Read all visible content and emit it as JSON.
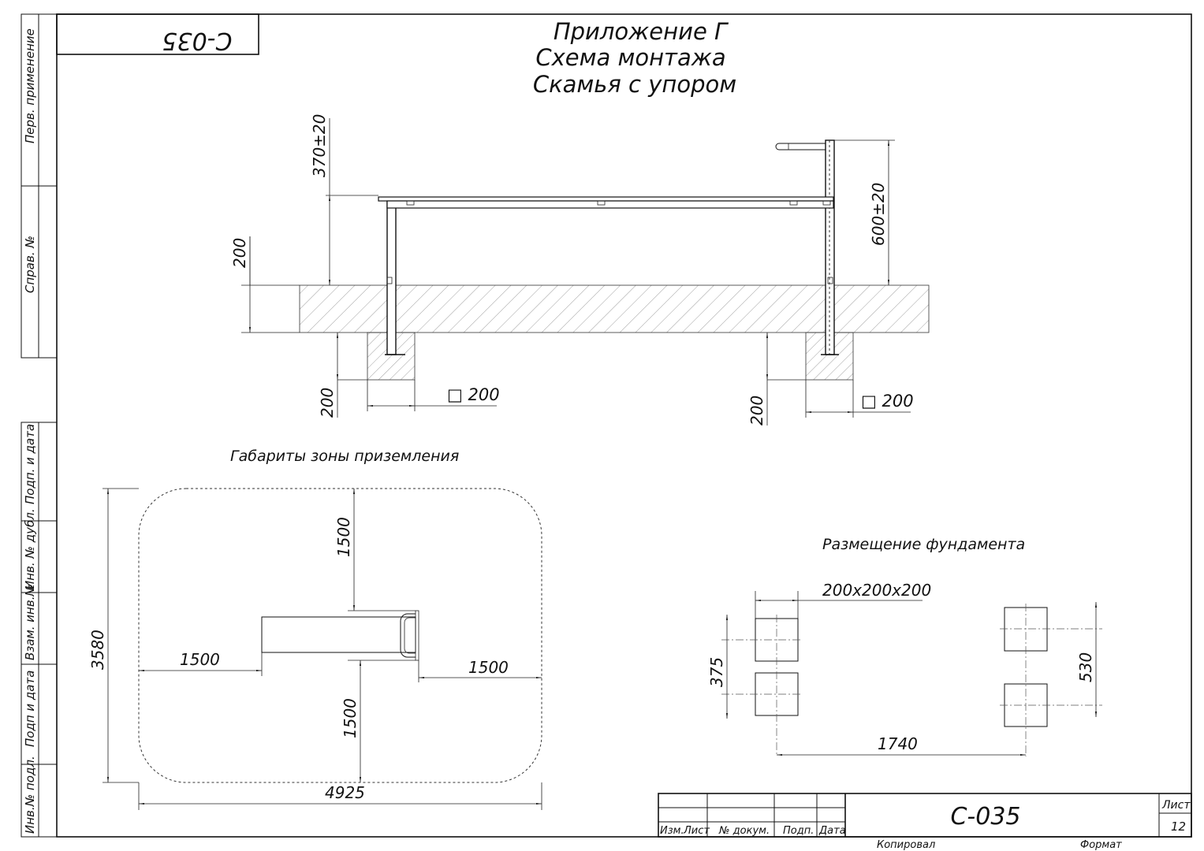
{
  "drawing": {
    "code_stamp": "C-035",
    "title_lines": [
      "Приложение Г",
      "Схема монтажа",
      "Скамья с упором"
    ]
  },
  "side_strip": {
    "perv_primenenie": "Перв. применение",
    "sprav_no": "Справ. №",
    "podp_i_data_1": "Подп. и дата",
    "inv_no_dubl": "Инв. № дубл.",
    "vzam_inv_no": "Взам. инв.№",
    "podp_i_data_2": "Подп и дата",
    "inv_no_podl": "Инв.№ подл."
  },
  "elevation": {
    "dim_top": "370±20",
    "dim_side": "600±20",
    "dim_slab": "200",
    "dim_found_left": "200",
    "dim_found_right": "200",
    "sq_left": "□ 200",
    "sq_right": "□ 200"
  },
  "zone": {
    "caption": "Габариты зоны приземления",
    "dim_height": "3580",
    "dim_top": "1500",
    "dim_bottom": "1500",
    "dim_left": "1500",
    "dim_right": "1500",
    "dim_width": "4925"
  },
  "foundation": {
    "caption": "Размещение фундамента",
    "block_size": "200x200x200",
    "dim_left": "375",
    "dim_right": "530",
    "dim_span": "1740"
  },
  "title_block": {
    "col_izm_list": "Изм.",
    "col_list": "Лист",
    "col_doc": "№ докум.",
    "col_sign": "Подп.",
    "col_date": "Дата",
    "code": "С-035",
    "sheet_label": "Лист",
    "sheet_no": "12",
    "copied": "Копировал",
    "format": "Формат"
  }
}
